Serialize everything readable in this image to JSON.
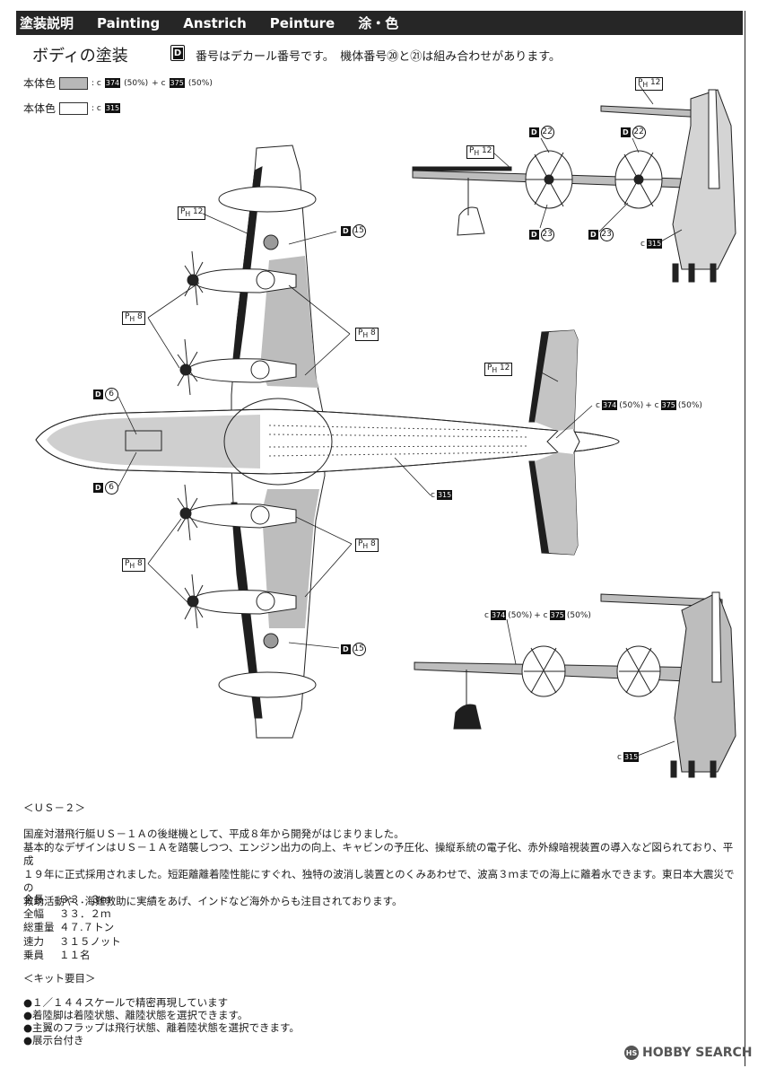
{
  "header": {
    "labels": [
      "塗装説明",
      "Painting",
      "Anstrich",
      "Peinture",
      "涂・色"
    ]
  },
  "section": {
    "title": "ボディの塗装",
    "decal_letter": "D",
    "decal_note": "番号はデカール番号です。　機体番号⑳と㉑は組み合わせがあります。"
  },
  "legend": {
    "body_color_label": "本体色",
    "row1_mix": {
      "prefix": ": c",
      "code1": "374",
      "pct1": "(50%)",
      "plus": "+ c",
      "code2": "375",
      "pct2": "(50%)"
    },
    "row2": {
      "prefix": ": c",
      "code": "315"
    },
    "colors": {
      "gray": "#b8b8b8",
      "white": "#ffffff",
      "dark": "#1e1e1e"
    }
  },
  "callouts": {
    "ph12": {
      "p": "P",
      "h": "H",
      "num": "12"
    },
    "ph8": {
      "p": "P",
      "h": "H",
      "num": "8"
    },
    "d15": {
      "d": "D",
      "num": "15"
    },
    "d6": {
      "d": "D",
      "num": "6"
    },
    "d22": {
      "d": "D",
      "num": "22"
    },
    "d23": {
      "d": "D",
      "num": "23"
    },
    "c315": {
      "c": "c",
      "code": "315"
    },
    "mix": {
      "c1": "c",
      "code1": "374",
      "pct1": "(50%)",
      "plus": "+ c",
      "code2": "375",
      "pct2": "(50%)"
    }
  },
  "description": {
    "heading": "＜ＵＳ－２＞",
    "lines": [
      "国産対潜飛行艇ＵＳ－１Ａの後継機として、平成８年から開発がはじまりました。",
      "基本的なデザインはＵＳ－１Ａを踏襲しつつ、エンジン出力の向上、キャビンの予圧化、操縦系統の電子化、赤外線暗視装置の導入など図られており、平成",
      "１９年に正式採用されました。短距離離着陸性能にすぐれ、独特の波消し装置とのくみあわせで、波高３ｍまでの海上に離着水できます。東日本大震災での",
      "救助活動や、海難救助に実績をあげ、インドなど海外からも注目されております。"
    ]
  },
  "specs": [
    {
      "key": "全長",
      "value": "３３．３ｍ"
    },
    {
      "key": "全幅",
      "value": "３３．２ｍ"
    },
    {
      "key": "総重量",
      "value": "４７.７トン"
    },
    {
      "key": "速力",
      "value": "３１５ノット"
    },
    {
      "key": "乗員",
      "value": "１１名"
    }
  ],
  "kit": {
    "heading": "＜キット要目＞",
    "items": [
      "●１／１４４スケールで精密再現しています",
      "●着陸脚は着陸状態、離陸状態を選択できます。",
      "●主翼のフラップは飛行状態、離着陸状態を選択できます。",
      "●展示台付き"
    ]
  },
  "watermark": {
    "logo": "HS",
    "text": "HOBBY SEARCH"
  }
}
